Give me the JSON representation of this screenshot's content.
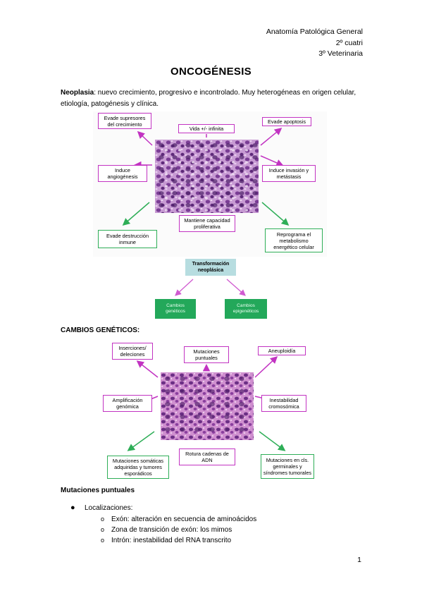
{
  "header": {
    "line1": "Anatomía Patológica General",
    "line2": "2º cuatri",
    "line3": "3º Veterinaria"
  },
  "title": "ONCOGÉNESIS",
  "intro": {
    "term": "Neoplasia",
    "text": ": nuevo crecimiento, progresivo e incontrolado. Muy heterogéneas en origen celular, etiología, patogénesis y clínica."
  },
  "figure1": {
    "boxes": {
      "evade_supresores": "Evade supresores del crecimiento",
      "vida_infinita": "Vida +/- infinita",
      "evade_apoptosis": "Evade apoptosis",
      "induce_angiogenesis": "Induce angiogénesis",
      "induce_invasion": "Induce invasión y metástasis",
      "mantiene_proliferativa": "Mantiene capacidad proliferativa",
      "evade_destruccion": "Evade destrucción inmune",
      "reprograma": "Reprograma el metabolismo energético celular"
    }
  },
  "figure2": {
    "transformacion": "Transformación neoplásica",
    "cambios_geneticos": "Cambios genéticos",
    "cambios_epigeneticos": "Cambios epigenéticos"
  },
  "section_cambios": "CAMBIOS GENÉTICOS:",
  "figure3": {
    "boxes": {
      "inserciones": "Inserciones/ deleciones",
      "mutaciones_puntuales": "Mutaciones puntuales",
      "aneuploidia": "Aneuploidía",
      "amplificacion": "Amplificación genómica",
      "inestabilidad": "Inestabilidad cromosómica",
      "rotura": "Rotura cadenas de ADN",
      "somaticas": "Mutaciones somáticas adquiridas y tumores esporádicos",
      "germinales": "Mutaciones en cls. germinales y síndromes tumorales"
    }
  },
  "section_mutaciones": "Mutaciones puntuales",
  "list": {
    "level1": "Localizaciones:",
    "items": [
      "Exón: alteración en secuencia de aminoácidos",
      "Zona de transición de exón: los mimos",
      "Intrón: inestabilidad del RNA transcrito"
    ]
  },
  "page_number": "1",
  "colors": {
    "purple": "#c233c2",
    "green": "#2eae57"
  }
}
